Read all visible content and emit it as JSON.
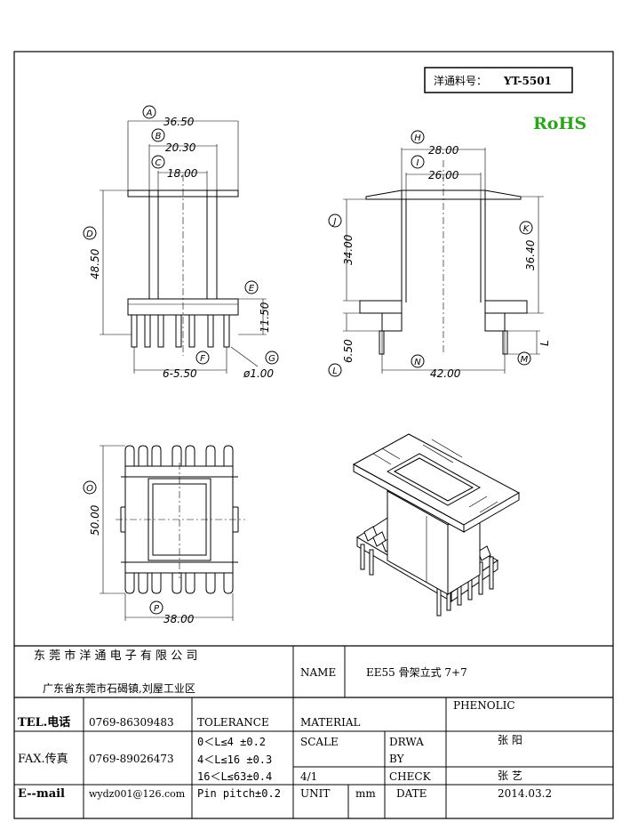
{
  "part_number": {
    "label": "洋通料号：",
    "value": "YT-5501"
  },
  "rohs": "RoHS",
  "rohs_color": "#2aa51c",
  "front_view": {
    "dims": {
      "A": "36.50",
      "B": "20.30",
      "C": "18.00",
      "D": "48.50",
      "E": "11.50",
      "F": "6-5.50",
      "G": "ø1.00"
    },
    "labels": [
      "A",
      "B",
      "C",
      "D",
      "E",
      "F",
      "G"
    ]
  },
  "side_view": {
    "dims": {
      "H": "28.00",
      "I": "26.00",
      "J": "34.00",
      "K": "36.40",
      "L": "6.50",
      "M": "L",
      "N": "42.00"
    },
    "labels": [
      "H",
      "I",
      "J",
      "K",
      "L",
      "M",
      "N"
    ]
  },
  "bottom_view": {
    "dims": {
      "O": "50.00",
      "P": "38.00"
    },
    "labels": [
      "O",
      "P"
    ]
  },
  "title_block": {
    "company": "东 莞 市 洋 通 电 子 有 限 公 司",
    "address": "广东省东莞市石碣镇,刘屋工业区",
    "name_label": "NAME",
    "name_value": "EE55 骨架立式 7+7",
    "tel_label": "TEL.电话",
    "tel_value": "0769-86309483",
    "tolerance_label": "TOLERANCE",
    "material_label": "MATERIAL",
    "material_value": "PHENOLIC",
    "fax_label": "FAX.传真",
    "fax_value": "0769-89026473",
    "tol_1": "0＜L≤4  ±0.2",
    "tol_2": "4＜L≤16 ±0.3",
    "tol_3": "16＜L≤63±0.4",
    "tol_4": "Pin pitch±0.2",
    "scale_label": "SCALE",
    "scale_value": "4/1",
    "drawn_label_1": "DRWA",
    "drawn_label_2": "BY",
    "drawn_value": "张 阳",
    "check_label": "CHECK",
    "check_value": "张 艺",
    "email_label": "E--mail",
    "email_value": "wydz001@126.com",
    "unit_label": "UNIT",
    "unit_value": "mm",
    "date_label": "DATE",
    "date_value": "2014.03.2"
  }
}
